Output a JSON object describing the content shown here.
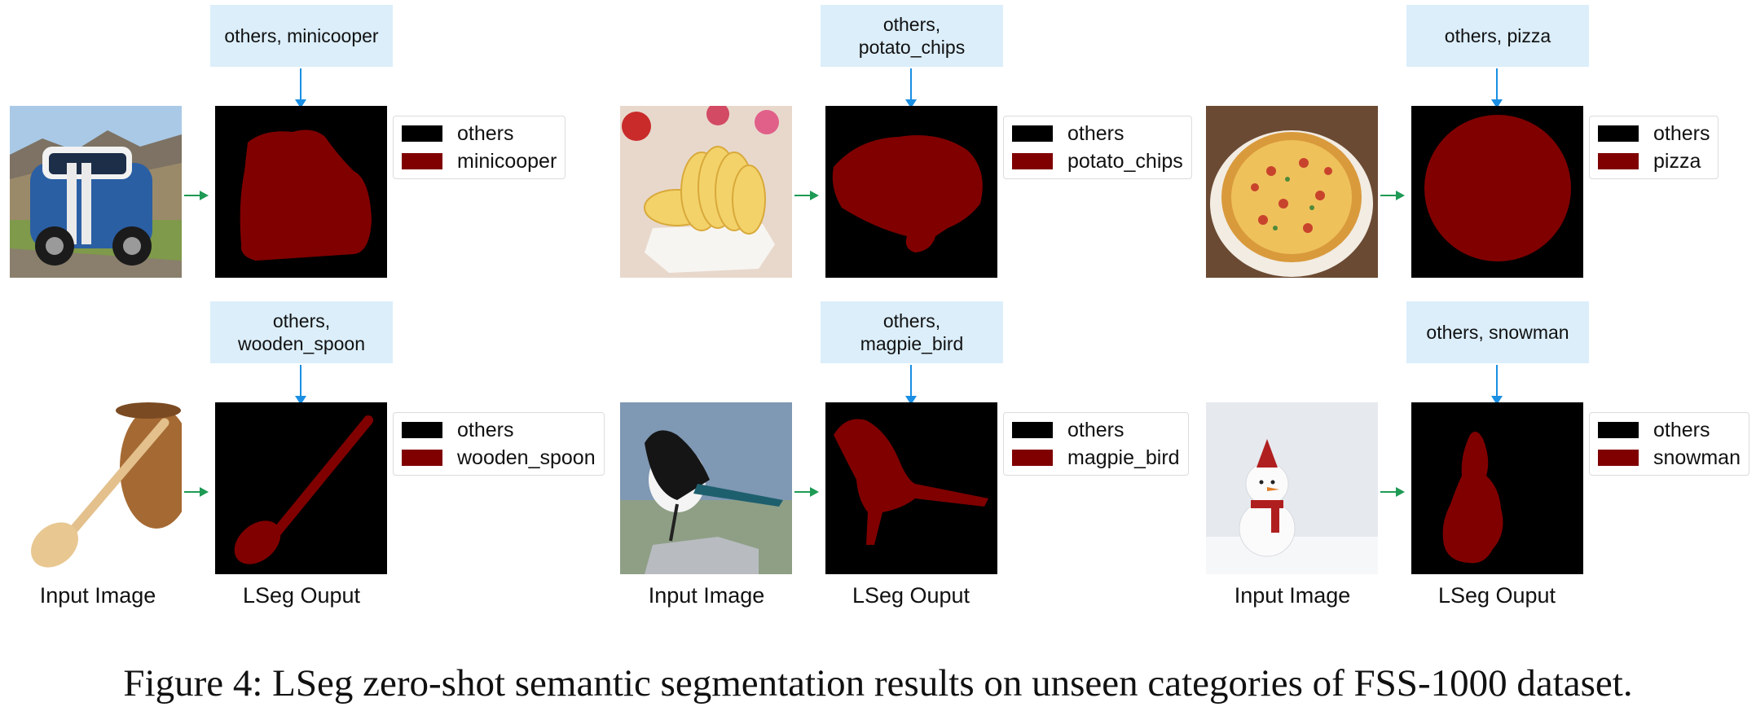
{
  "colors": {
    "prompt_bg": "#dbeefa",
    "down_arrow": "#1a8fe3",
    "right_arrow": "#1e9a55",
    "others": "#000000",
    "object": "#800000"
  },
  "examples": [
    {
      "prompt": "others, minicooper",
      "legend": [
        "others",
        "minicooper"
      ],
      "image": "car"
    },
    {
      "prompt": "others, potato_chips",
      "legend": [
        "others",
        "potato_chips"
      ],
      "image": "chips"
    },
    {
      "prompt": "others, pizza",
      "legend": [
        "others",
        "pizza"
      ],
      "image": "pizza"
    },
    {
      "prompt": "others, wooden_spoon",
      "legend": [
        "others",
        "wooden_spoon"
      ],
      "image": "spoon"
    },
    {
      "prompt": "others, magpie_bird",
      "legend": [
        "others",
        "magpie_bird"
      ],
      "image": "magpie"
    },
    {
      "prompt": "others, snowman",
      "legend": [
        "others",
        "snowman"
      ],
      "image": "snowman"
    }
  ],
  "captions": {
    "input": "Input Image",
    "output": "LSeg Ouput"
  },
  "figure_caption": "Figure 4: LSeg zero-shot semantic segmentation results on unseen categories of FSS-1000 dataset."
}
